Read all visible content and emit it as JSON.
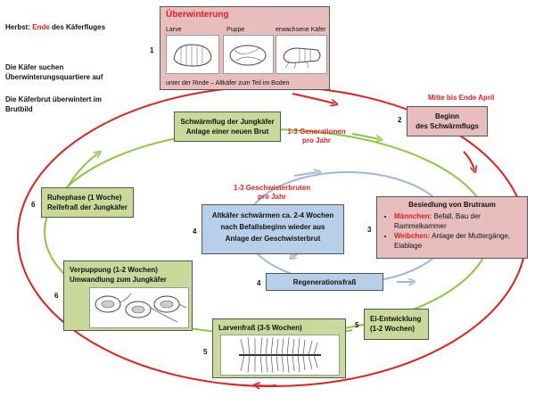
{
  "side_notes": {
    "herbst_prefix": "Herbst: ",
    "herbst_highlight": "Ende",
    "herbst_suffix": " des Käferfluges",
    "note2": "Die Käfer suchen Überwinterungsquartiere auf",
    "note3": "Die Käferbrut überwintert im Brutbild"
  },
  "ueberwinterung": {
    "num": "1",
    "title": "Überwinterung",
    "label_larve": "Larve",
    "label_puppe": "Puppe",
    "label_kaefer": "erwachsene Käfer",
    "footer": "unter der Rinde – Altkäfer zum Teil im Boden"
  },
  "schwaermflug": {
    "num": "2",
    "timing": "Mitte bis Ende April",
    "line1": "Beginn",
    "line2": "des Schwärmflugs"
  },
  "jungkaefer_flug": {
    "line1": "Schwärmflug der Jungkäfer",
    "line2": "Anlage einer neuen Brut"
  },
  "generationen": {
    "line1": "1-3 Generationen",
    "line2": "pro Jahr"
  },
  "geschwisterbruten": {
    "line1": "1-3 Geschwisterbruten",
    "line2": "pro Jahr"
  },
  "besiedlung": {
    "num": "3",
    "title": "Besiedlung von Brutraum",
    "item1_label": "Männchen:",
    "item1_text": " Befall, Bau der Rammelkammer",
    "item2_label": "Weibchen:",
    "item2_text": " Anlage der Muttergänge, Eiablage"
  },
  "altkaefer": {
    "num": "4",
    "line1": "Altkäfer schwärmen ca. 2-4 Wochen",
    "line2": "nach Befallsbeginn wieder aus",
    "line3": "Anlage der Geschwisterbrut"
  },
  "regeneration": {
    "num": "4",
    "label": "Regenerationsfraß"
  },
  "ruhephase": {
    "num": "6",
    "line1": "Ruhephase (1 Woche)",
    "line2": "Reifefraß der Jungkäfer"
  },
  "verpuppung": {
    "num": "6",
    "line1": "Verpuppung (1-2 Wochen)",
    "line2": "Umwandlung zum Jungkäfer"
  },
  "larvenfrass": {
    "num": "5",
    "label": "Larvenfraß (3-5 Wochen)"
  },
  "eientwicklung": {
    "num": "5",
    "line1": "Ei-Entwicklung",
    "line2": "(1-2 Wochen)"
  },
  "colors": {
    "red_cycle": "#e02020",
    "green_cycle": "#8cc63f",
    "blue_cycle": "#9bb8dc"
  }
}
